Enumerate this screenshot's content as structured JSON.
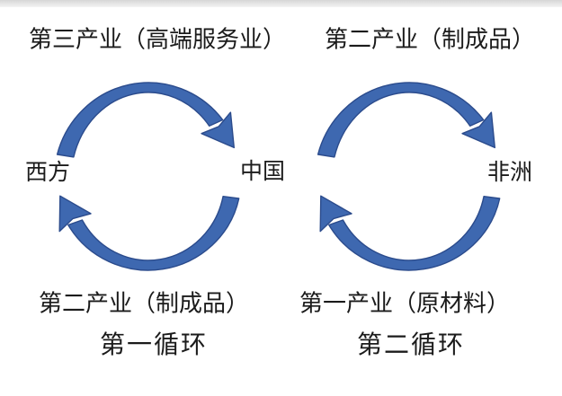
{
  "diagram": {
    "title_hint": "dual-circulation trade diagram",
    "colors": {
      "arrow_fill": "#3E68B0",
      "arrow_stroke": "#2B4B8C",
      "text": "#1b1b1b"
    },
    "nodes": {
      "west": "西方",
      "china": "中国",
      "africa": "非洲"
    },
    "cycle1": {
      "top_label": "第三产业（高端服务业）",
      "bottom_label": "第二产业（制成品）",
      "caption": "第一循环"
    },
    "cycle2": {
      "top_label": "第二产业（制成品）",
      "bottom_label": "第一产业（原材料）",
      "caption": "第二循环"
    }
  }
}
